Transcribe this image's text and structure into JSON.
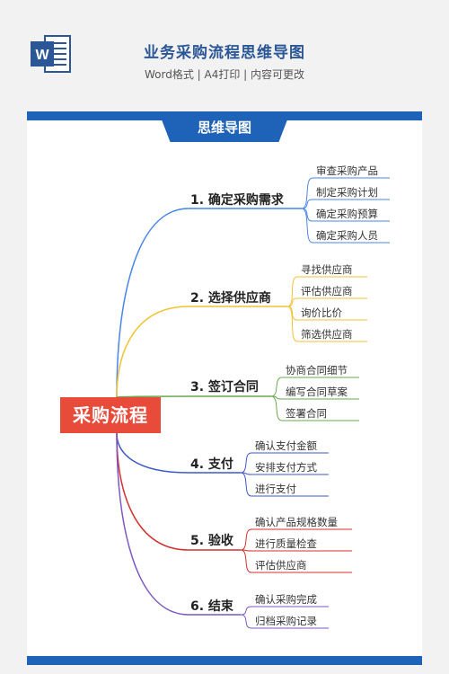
{
  "header": {
    "title": "业务采购流程思维导图",
    "subtitle": "Word格式 | A4打印 | 内容可更改",
    "icon_letter": "W"
  },
  "tab_label": "思维导图",
  "mindmap": {
    "center": "采购流程",
    "branches": [
      {
        "label": "1. 确定采购需求",
        "color": "#4a86e8",
        "leaves": [
          "审查采购产品",
          "制定采购计划",
          "确定采购预算",
          "确定采购人员"
        ]
      },
      {
        "label": "2. 选择供应商",
        "color": "#f1c232",
        "leaves": [
          "寻找供应商",
          "评估供应商",
          "询价比价",
          "筛选供应商"
        ]
      },
      {
        "label": "3. 签订合同",
        "color": "#6aa84f",
        "leaves": [
          "协商合同细节",
          "编写合同草案",
          "签署合同"
        ]
      },
      {
        "label": "4. 支付",
        "color": "#3c58c8",
        "leaves": [
          "确认支付金额",
          "安排支付方式",
          "进行支付"
        ]
      },
      {
        "label": "5. 验收",
        "color": "#d32f2f",
        "leaves": [
          "确认产品规格数量",
          "进行质量检查",
          "评估供应商"
        ]
      },
      {
        "label": "6. 结束",
        "color": "#7e57c2",
        "leaves": [
          "确认采购完成",
          "归档采购记录"
        ]
      }
    ]
  }
}
